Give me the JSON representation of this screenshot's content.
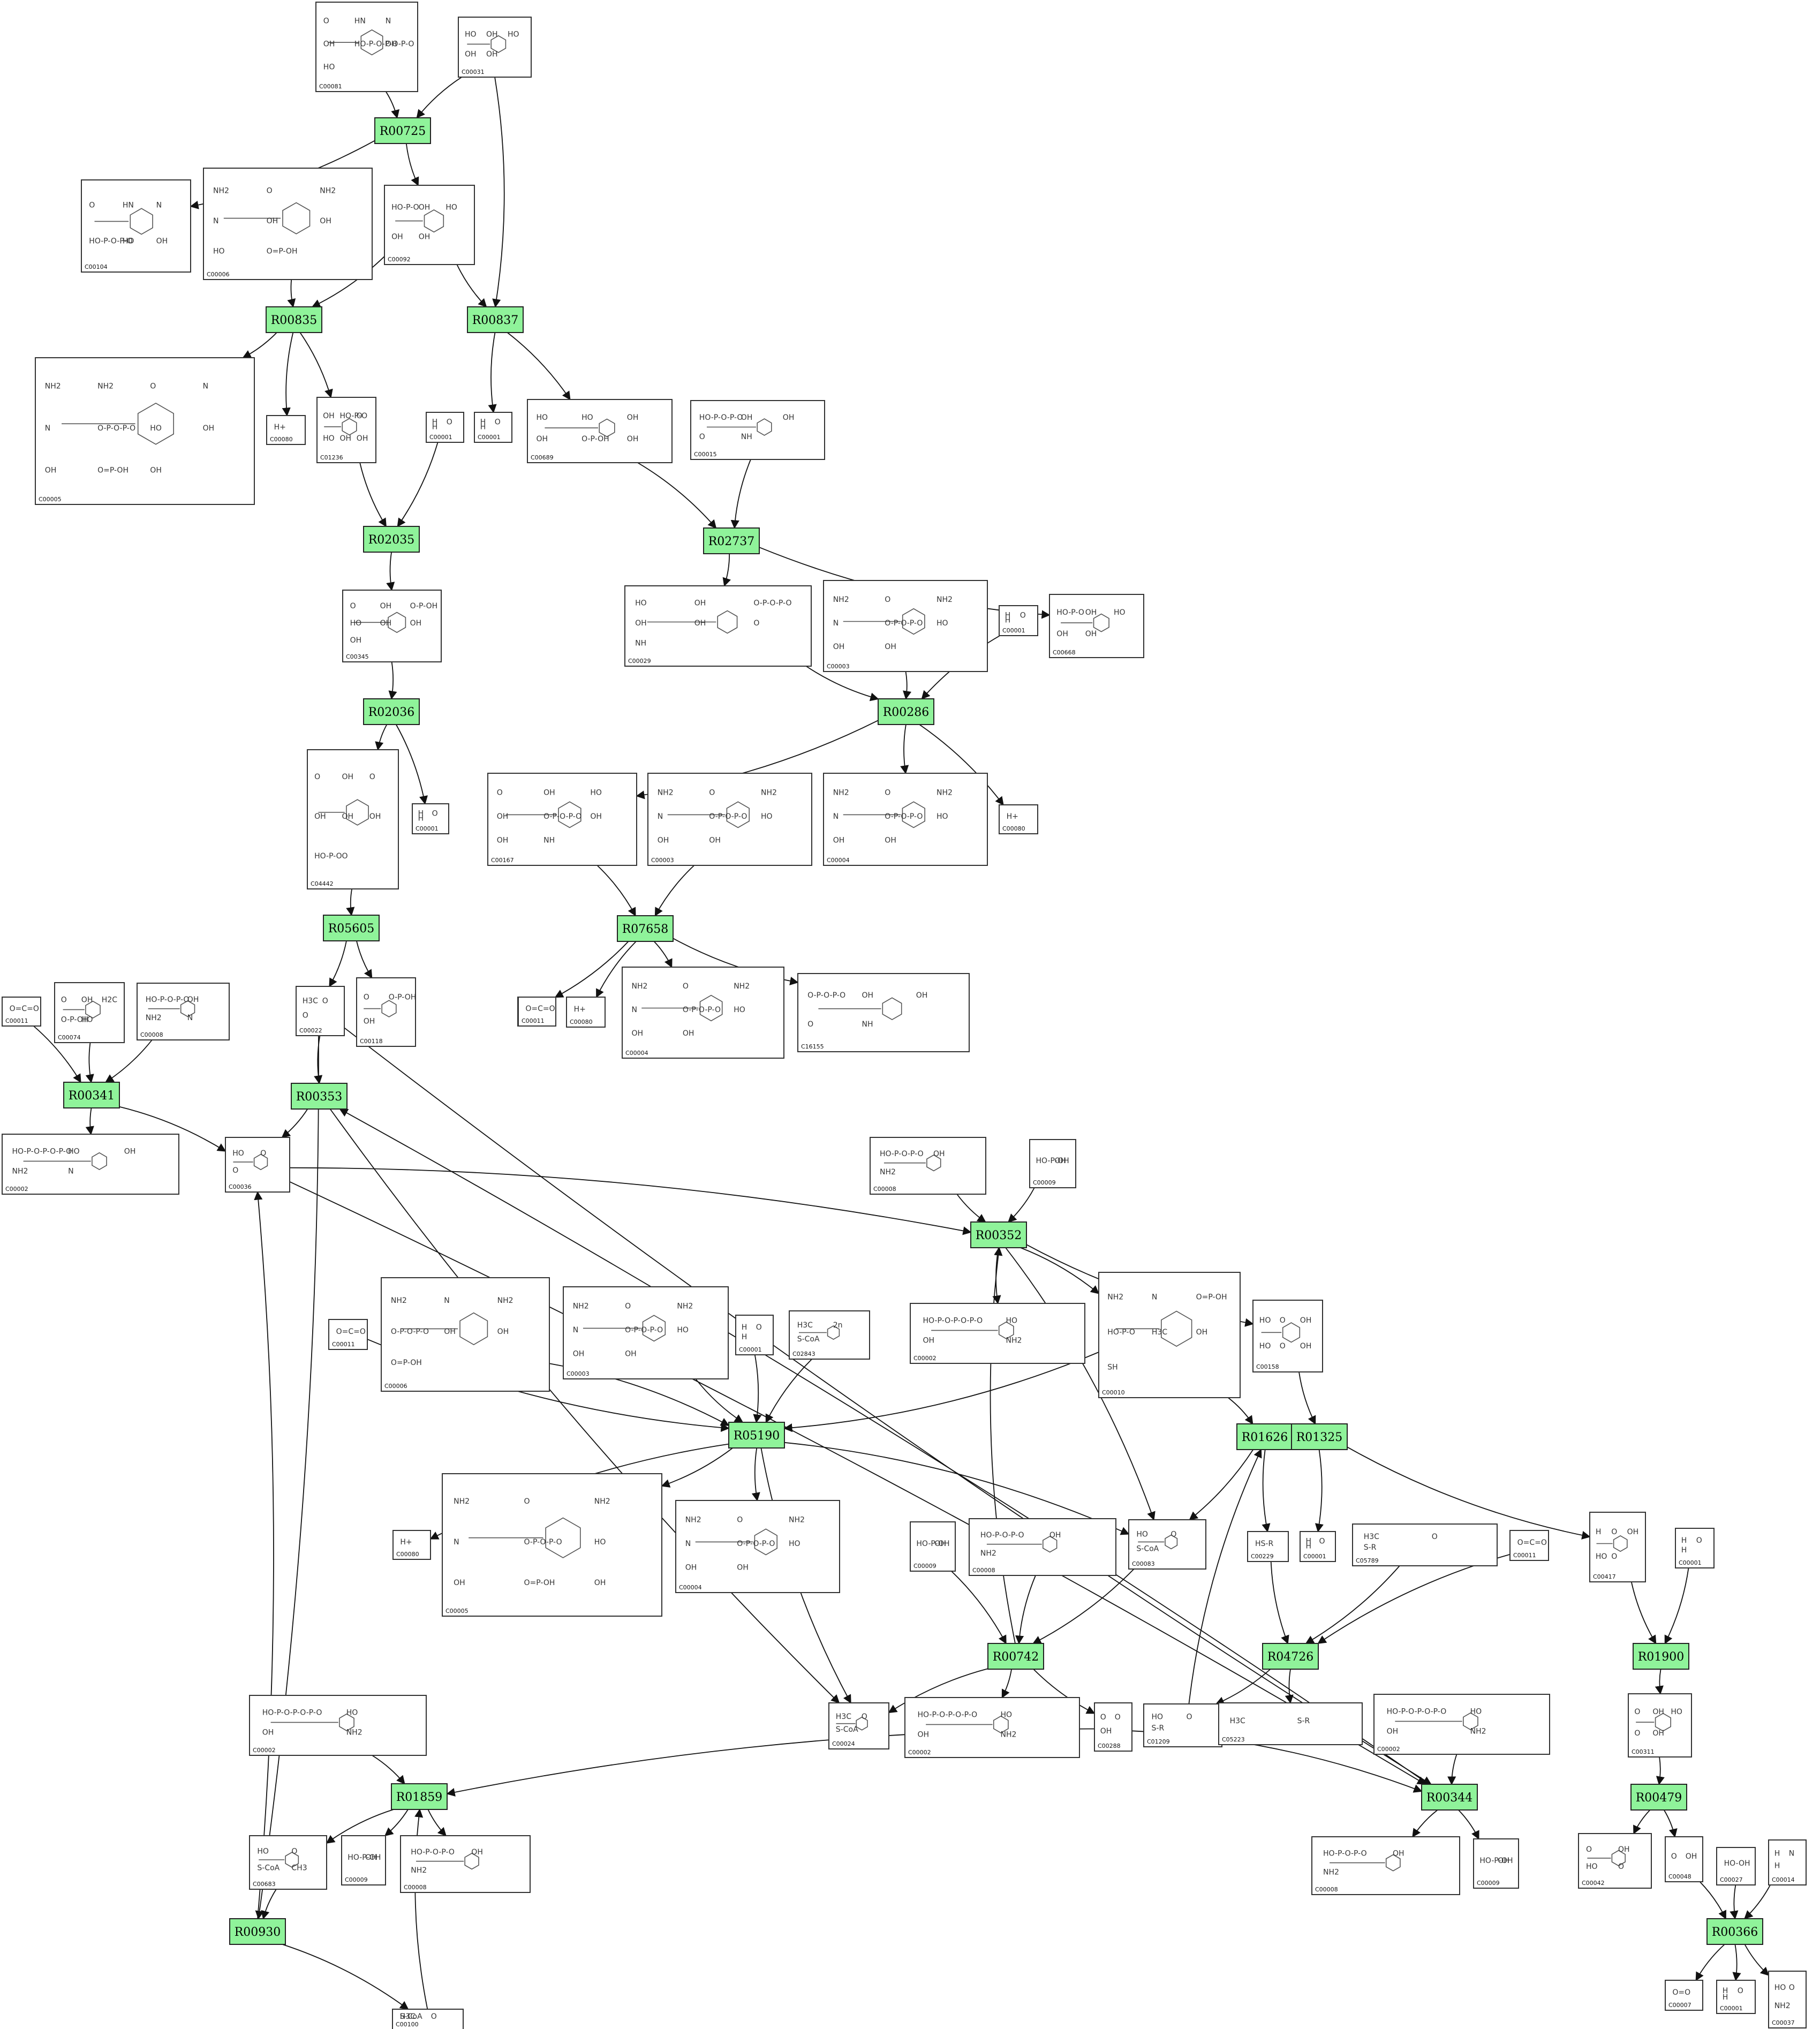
{
  "reactions": [
    {
      "id": "R00725"
    },
    {
      "id": "R00835"
    },
    {
      "id": "R00837"
    },
    {
      "id": "R02035"
    },
    {
      "id": "R02737"
    },
    {
      "id": "R02036"
    },
    {
      "id": "R00286"
    },
    {
      "id": "R05605"
    },
    {
      "id": "R07658"
    },
    {
      "id": "R00341"
    },
    {
      "id": "R00353"
    },
    {
      "id": "R00352"
    },
    {
      "id": "R05190"
    },
    {
      "id": "R01626"
    },
    {
      "id": "R01325"
    },
    {
      "id": "R00742"
    },
    {
      "id": "R04726"
    },
    {
      "id": "R01900"
    },
    {
      "id": "R01859"
    },
    {
      "id": "R00344"
    },
    {
      "id": "R00479"
    },
    {
      "id": "R00930"
    },
    {
      "id": "R00366"
    }
  ],
  "compounds": [
    {
      "key": "c00081",
      "label": "C00081",
      "atoms": [
        "O",
        "HN",
        "N",
        "OH",
        "HO-P-O-P-O-P-O",
        "OH",
        "HO"
      ]
    },
    {
      "key": "c00031",
      "label": "C00031",
      "atoms": [
        "HO",
        "OH",
        "HO",
        "OH",
        "OH"
      ]
    },
    {
      "key": "c00104",
      "label": "C00104",
      "atoms": [
        "O",
        "HN",
        "N",
        "HO-P-O-P-O",
        "HO",
        "OH"
      ]
    },
    {
      "key": "c00006a",
      "label": "C00006",
      "atoms": [
        "NH2",
        "O",
        "NH2",
        "N",
        "OH",
        "OH",
        "HO",
        "O=P-OH"
      ]
    },
    {
      "key": "c00092",
      "label": "C00092",
      "atoms": [
        "HO-P-O",
        "OH",
        "HO",
        "OH",
        "OH"
      ]
    },
    {
      "key": "c00005a",
      "label": "C00005",
      "atoms": [
        "NH2",
        "NH2",
        "O",
        "N",
        "N",
        "O-P-O-P-O",
        "HO",
        "OH",
        "OH",
        "O=P-OH",
        "OH"
      ]
    },
    {
      "key": "c00080a",
      "label": "C00080",
      "atoms": [
        "H+"
      ]
    },
    {
      "key": "c01236",
      "label": "C01236",
      "atoms": [
        "OH",
        "HO-P-O",
        "O",
        "HO",
        "OH",
        "OH"
      ]
    },
    {
      "key": "c00001a",
      "label": "C00001",
      "atoms": [
        "H",
        "O",
        "H"
      ]
    },
    {
      "key": "c00001b",
      "label": "C00001",
      "atoms": [
        "H",
        "O",
        "H"
      ]
    },
    {
      "key": "c00689",
      "label": "C00689",
      "atoms": [
        "HO",
        "HO",
        "OH",
        "OH",
        "O-P-OH",
        "OH"
      ]
    },
    {
      "key": "c00015",
      "label": "C00015",
      "atoms": [
        "HO-P-O-P-O",
        "OH",
        "OH",
        "O",
        "NH"
      ]
    },
    {
      "key": "c00345",
      "label": "C00345",
      "atoms": [
        "O",
        "OH",
        "O-P-OH",
        "HO",
        "OH",
        "OH",
        "OH"
      ]
    },
    {
      "key": "c00029",
      "label": "C00029",
      "atoms": [
        "HO",
        "OH",
        "O-P-O-P-O",
        "OH",
        "OH",
        "O",
        "NH"
      ]
    },
    {
      "key": "c00003a",
      "label": "C00003",
      "atoms": [
        "NH2",
        "O",
        "NH2",
        "N",
        "O-P-O-P-O",
        "HO",
        "OH",
        "OH"
      ]
    },
    {
      "key": "c00001c",
      "label": "C00001",
      "atoms": [
        "H",
        "O",
        "H"
      ]
    },
    {
      "key": "c00668",
      "label": "C00668",
      "atoms": [
        "HO-P-O",
        "OH",
        "HO",
        "OH",
        "OH"
      ]
    },
    {
      "key": "c04442",
      "label": "C04442",
      "atoms": [
        "O",
        "OH",
        "O",
        "OH",
        "OH",
        "OH",
        "HO-P-O",
        "O"
      ]
    },
    {
      "key": "c00001d",
      "label": "C00001",
      "atoms": [
        "H",
        "O",
        "H"
      ]
    },
    {
      "key": "c00167",
      "label": "C00167",
      "atoms": [
        "O",
        "OH",
        "HO",
        "OH",
        "O-P-O-P-O",
        "OH",
        "OH",
        "NH"
      ]
    },
    {
      "key": "c00003b",
      "label": "C00003",
      "atoms": [
        "NH2",
        "O",
        "NH2",
        "N",
        "O-P-O-P-O",
        "HO",
        "OH",
        "OH"
      ]
    },
    {
      "key": "c00004a",
      "label": "C00004",
      "atoms": [
        "NH2",
        "O",
        "NH2",
        "N",
        "O-P-O-P-O",
        "HO",
        "OH",
        "OH"
      ]
    },
    {
      "key": "c00080b",
      "label": "C00080",
      "atoms": [
        "H+"
      ]
    },
    {
      "key": "c00011a",
      "label": "C00011",
      "atoms": [
        "O=C=O"
      ]
    },
    {
      "key": "c00024top",
      "label": "C00022",
      "atoms": [
        "H3C",
        "O",
        "O"
      ]
    },
    {
      "key": "c00118",
      "label": "C00118",
      "atoms": [
        "O",
        "O-P-OH",
        "OH"
      ]
    },
    {
      "key": "c00011b",
      "label": "C00011",
      "atoms": [
        "O=C=O"
      ]
    },
    {
      "key": "c00080c",
      "label": "C00080",
      "atoms": [
        "H+"
      ]
    },
    {
      "key": "c00004b",
      "label": "C00004",
      "atoms": [
        "NH2",
        "O",
        "NH2",
        "N",
        "O-P-O-P-O",
        "HO",
        "OH",
        "OH"
      ]
    },
    {
      "key": "c16155",
      "label": "C16155",
      "atoms": [
        "O-P-O-P-O",
        "OH",
        "OH",
        "O",
        "NH"
      ]
    },
    {
      "key": "c00011c",
      "label": "C00011",
      "atoms": [
        "O=C=O"
      ]
    },
    {
      "key": "c00074",
      "label": "C00074",
      "atoms": [
        "O",
        "OH",
        "H2C",
        "O-P-OH",
        "HO"
      ]
    },
    {
      "key": "c00008a",
      "label": "C00008",
      "atoms": [
        "HO-P-O-P-O",
        "OH",
        "NH2",
        "N"
      ]
    },
    {
      "key": "c00002a",
      "label": "C00002",
      "atoms": [
        "HO-P-O-P-O-P-O",
        "HO",
        "OH",
        "NH2",
        "N"
      ]
    },
    {
      "key": "c00036",
      "label": "C00036",
      "atoms": [
        "HO",
        "O",
        "O"
      ]
    },
    {
      "key": "c00008b",
      "label": "C00008",
      "atoms": [
        "HO-P-O-P-O",
        "OH",
        "NH2"
      ]
    },
    {
      "key": "c00009a",
      "label": "C00009",
      "atoms": [
        "HO-P-OH",
        "OH"
      ]
    },
    {
      "key": "c00011d",
      "label": "C00011",
      "atoms": [
        "O=C=O"
      ]
    },
    {
      "key": "c00006b",
      "label": "C00006",
      "atoms": [
        "NH2",
        "N",
        "NH2",
        "O-P-O-P-O",
        "OH",
        "OH",
        "O=P-OH"
      ]
    },
    {
      "key": "c00003c",
      "label": "C00003",
      "atoms": [
        "NH2",
        "O",
        "NH2",
        "N",
        "O-P-O-P-O",
        "HO",
        "OH",
        "OH"
      ]
    },
    {
      "key": "c00001e",
      "label": "C00001",
      "atoms": [
        "H",
        "O",
        "H"
      ]
    },
    {
      "key": "c02843",
      "label": "C02843",
      "atoms": [
        "H3C",
        "2n",
        "S-CoA"
      ]
    },
    {
      "key": "c00002b",
      "label": "C00002",
      "atoms": [
        "HO-P-O-P-O-P-O",
        "HO",
        "OH",
        "NH2"
      ]
    },
    {
      "key": "c00010",
      "label": "C00010",
      "atoms": [
        "NH2",
        "N",
        "O=P-OH",
        "HO-P-O",
        "H3C",
        "OH",
        "SH"
      ]
    },
    {
      "key": "c00158",
      "label": "C00158",
      "atoms": [
        "HO",
        "O",
        "OH",
        "HO",
        "O",
        "OH"
      ]
    },
    {
      "key": "c00080d",
      "label": "C00080",
      "atoms": [
        "H+"
      ]
    },
    {
      "key": "c00005b",
      "label": "C00005",
      "atoms": [
        "NH2",
        "O",
        "NH2",
        "N",
        "O-P-O-P-O",
        "HO",
        "OH",
        "O=P-OH",
        "OH"
      ]
    },
    {
      "key": "c00004c",
      "label": "C00004",
      "atoms": [
        "NH2",
        "O",
        "NH2",
        "N",
        "O-P-O-P-O",
        "HO",
        "OH",
        "OH"
      ]
    },
    {
      "key": "c00009b",
      "label": "C00009",
      "atoms": [
        "HO-P-OH",
        "OH"
      ]
    },
    {
      "key": "c00008c",
      "label": "C00008",
      "atoms": [
        "HO-P-O-P-O",
        "OH",
        "NH2"
      ]
    },
    {
      "key": "c00083",
      "label": "C00083",
      "atoms": [
        "HO",
        "O",
        "S-CoA"
      ]
    },
    {
      "key": "c00229",
      "label": "C00229",
      "atoms": [
        "HS-R"
      ]
    },
    {
      "key": "c00001f",
      "label": "C00001",
      "atoms": [
        "H",
        "O",
        "H"
      ]
    },
    {
      "key": "c05789",
      "label": "C05789",
      "atoms": [
        "H3C",
        "O",
        "S-R"
      ]
    },
    {
      "key": "c00011e",
      "label": "C00011",
      "atoms": [
        "O=C=O"
      ]
    },
    {
      "key": "c00417",
      "label": "C00417",
      "atoms": [
        "H",
        "O",
        "OH",
        "HO",
        "O"
      ]
    },
    {
      "key": "c00001g",
      "label": "C00001",
      "atoms": [
        "H",
        "O",
        "H"
      ]
    },
    {
      "key": "c00002c",
      "label": "C00002",
      "atoms": [
        "HO-P-O-P-O-P-O",
        "HO",
        "OH",
        "NH2"
      ]
    },
    {
      "key": "c00024",
      "label": "C00024",
      "atoms": [
        "H3C",
        "O",
        "S-CoA"
      ]
    },
    {
      "key": "c00002d",
      "label": "C00002",
      "atoms": [
        "HO-P-O-P-O-P-O",
        "HO",
        "OH",
        "NH2"
      ]
    },
    {
      "key": "c00288",
      "label": "C00288",
      "atoms": [
        "O",
        "O",
        "OH"
      ]
    },
    {
      "key": "c01209",
      "label": "C01209",
      "atoms": [
        "HO",
        "O",
        "S-R"
      ]
    },
    {
      "key": "c05223",
      "label": "C05223",
      "atoms": [
        "H3C",
        "S-R"
      ]
    },
    {
      "key": "c00002e",
      "label": "C00002",
      "atoms": [
        "HO-P-O-P-O-P-O",
        "HO",
        "OH",
        "NH2"
      ]
    },
    {
      "key": "c00311",
      "label": "C00311",
      "atoms": [
        "O",
        "OH",
        "HO",
        "O",
        "OH"
      ]
    },
    {
      "key": "c00002f",
      "label": "C00002",
      "atoms": [
        "HO-P-O-P-O-P-O",
        "HO",
        "OH",
        "NH2"
      ]
    },
    {
      "key": "c00683",
      "label": "C00683",
      "atoms": [
        "HO",
        "O",
        "S-CoA",
        "CH3"
      ]
    },
    {
      "key": "c00009c",
      "label": "C00009",
      "atoms": [
        "HO-P-OH",
        "OH"
      ]
    },
    {
      "key": "c00008d",
      "label": "C00008",
      "atoms": [
        "HO-P-O-P-O",
        "OH",
        "NH2"
      ]
    },
    {
      "key": "c00008e",
      "label": "C00008",
      "atoms": [
        "HO-P-O-P-O",
        "OH",
        "NH2"
      ]
    },
    {
      "key": "c00009d",
      "label": "C00009",
      "atoms": [
        "HO-P-OH",
        "OH"
      ]
    },
    {
      "key": "c00042",
      "label": "C00042",
      "atoms": [
        "O",
        "OH",
        "HO",
        "O"
      ]
    },
    {
      "key": "c00048",
      "label": "C00048",
      "atoms": [
        "O",
        "OH"
      ]
    },
    {
      "key": "c00027",
      "label": "C00027",
      "atoms": [
        "HO-OH"
      ]
    },
    {
      "key": "c00014",
      "label": "C00014",
      "atoms": [
        "H",
        "N",
        "H"
      ]
    },
    {
      "key": "c00100",
      "label": "C00100",
      "atoms": [
        "H3C",
        "O",
        "S-CoA"
      ]
    },
    {
      "key": "c00007",
      "label": "C00007",
      "atoms": [
        "O=O"
      ]
    },
    {
      "key": "c00001h",
      "label": "C00001",
      "atoms": [
        "H",
        "O",
        "H"
      ]
    },
    {
      "key": "c00037",
      "label": "C00037",
      "atoms": [
        "HO",
        "O",
        "NH2"
      ]
    }
  ],
  "edges": [
    [
      "c00081",
      "R00725"
    ],
    [
      "c00031",
      "R00725"
    ],
    [
      "R00725",
      "c00104"
    ],
    [
      "R00725",
      "c00092"
    ],
    [
      "c00031",
      "R00837"
    ],
    [
      "c00092",
      "R00837"
    ],
    [
      "c00092",
      "R00835"
    ],
    [
      "c00006a",
      "R00835"
    ],
    [
      "R00835",
      "c00005a"
    ],
    [
      "R00835",
      "c00080a"
    ],
    [
      "R00835",
      "c01236"
    ],
    [
      "R00837",
      "c00001b"
    ],
    [
      "R00837",
      "c00689"
    ],
    [
      "c01236",
      "R02035"
    ],
    [
      "c00001a",
      "R02035"
    ],
    [
      "R02035",
      "c00345"
    ],
    [
      "c00689",
      "R02737"
    ],
    [
      "c00015",
      "R02737"
    ],
    [
      "R02737",
      "c00029"
    ],
    [
      "R02737",
      "c00668"
    ],
    [
      "c00345",
      "R02036"
    ],
    [
      "R02036",
      "c04442"
    ],
    [
      "R02036",
      "c00001d"
    ],
    [
      "c00029",
      "R00286"
    ],
    [
      "c00003a",
      "R00286"
    ],
    [
      "c00001c",
      "R00286"
    ],
    [
      "R00286",
      "c00167"
    ],
    [
      "R00286",
      "c00004a"
    ],
    [
      "R00286",
      "c00080b"
    ],
    [
      "c04442",
      "R05605"
    ],
    [
      "R05605",
      "c00024top"
    ],
    [
      "R05605",
      "c00118"
    ],
    [
      "c00167",
      "R07658"
    ],
    [
      "c00003b",
      "R07658"
    ],
    [
      "R07658",
      "c00011a"
    ],
    [
      "R07658",
      "c00080c"
    ],
    [
      "R07658",
      "c00004b"
    ],
    [
      "R07658",
      "c16155"
    ],
    [
      "c00011c",
      "R00341"
    ],
    [
      "c00074",
      "R00341"
    ],
    [
      "c00008a",
      "R00341"
    ],
    [
      "R00341",
      "c00002a"
    ],
    [
      "R00341",
      "c00036"
    ],
    [
      "c00024top",
      "R00353"
    ],
    [
      "c00024top",
      "R00930"
    ],
    [
      "c00024top",
      "R00344"
    ],
    [
      "R00353",
      "c00036"
    ],
    [
      "R00353",
      "c00024"
    ],
    [
      "c00036",
      "R00352"
    ],
    [
      "c00008b",
      "R00352"
    ],
    [
      "c00009a",
      "R00352"
    ],
    [
      "R00352",
      "c00002b"
    ],
    [
      "R00352",
      "c00010"
    ],
    [
      "R00352",
      "c00158"
    ],
    [
      "R00352",
      "c00083"
    ],
    [
      "c00011d",
      "R05190"
    ],
    [
      "c00006b",
      "R05190"
    ],
    [
      "c00003c",
      "R05190"
    ],
    [
      "c00001e",
      "R05190"
    ],
    [
      "c02843",
      "R05190"
    ],
    [
      "c00010",
      "R05190"
    ],
    [
      "R05190",
      "c00080d"
    ],
    [
      "R05190",
      "c00005b"
    ],
    [
      "R05190",
      "c00004c"
    ],
    [
      "R05190",
      "c00083"
    ],
    [
      "R05190",
      "c00024"
    ],
    [
      "c00010",
      "R01626"
    ],
    [
      "R01626",
      "c00229"
    ],
    [
      "R01626",
      "c00083"
    ],
    [
      "c00158",
      "R01325"
    ],
    [
      "R01325",
      "c00001f"
    ],
    [
      "R01325",
      "c00417"
    ],
    [
      "c00009b",
      "R00742"
    ],
    [
      "c00008c",
      "R00742"
    ],
    [
      "c00083",
      "R00742"
    ],
    [
      "R00742",
      "c00024"
    ],
    [
      "R00742",
      "c00002d"
    ],
    [
      "R00742",
      "c00288"
    ],
    [
      "R00742",
      "R00352"
    ],
    [
      "c00229",
      "R04726"
    ],
    [
      "c05789",
      "R04726"
    ],
    [
      "c00011e",
      "R04726"
    ],
    [
      "R04726",
      "c01209"
    ],
    [
      "R04726",
      "c05223"
    ],
    [
      "c01209",
      "R01626"
    ],
    [
      "c00417",
      "R01900"
    ],
    [
      "c00001g",
      "R01900"
    ],
    [
      "R01900",
      "c00311"
    ],
    [
      "c00002f",
      "R01859"
    ],
    [
      "c00288",
      "R01859"
    ],
    [
      "c00100",
      "R01859"
    ],
    [
      "R01859",
      "c00683"
    ],
    [
      "R01859",
      "c00009c"
    ],
    [
      "R01859",
      "c00008d"
    ],
    [
      "c00288",
      "R00344"
    ],
    [
      "c00002e",
      "R00344"
    ],
    [
      "c00036",
      "R00344"
    ],
    [
      "R00344",
      "c00008e"
    ],
    [
      "R00344",
      "c00009d"
    ],
    [
      "R00344",
      "R00353"
    ],
    [
      "c00311",
      "R00479"
    ],
    [
      "R00479",
      "c00042"
    ],
    [
      "R00479",
      "c00048"
    ],
    [
      "c00683",
      "R00930"
    ],
    [
      "R00930",
      "c00100"
    ],
    [
      "R00930",
      "c00036"
    ],
    [
      "c00048",
      "R00366"
    ],
    [
      "c00027",
      "R00366"
    ],
    [
      "c00014",
      "R00366"
    ],
    [
      "R00366",
      "c00007"
    ],
    [
      "R00366",
      "c00001h"
    ],
    [
      "R00366",
      "c00037"
    ]
  ]
}
